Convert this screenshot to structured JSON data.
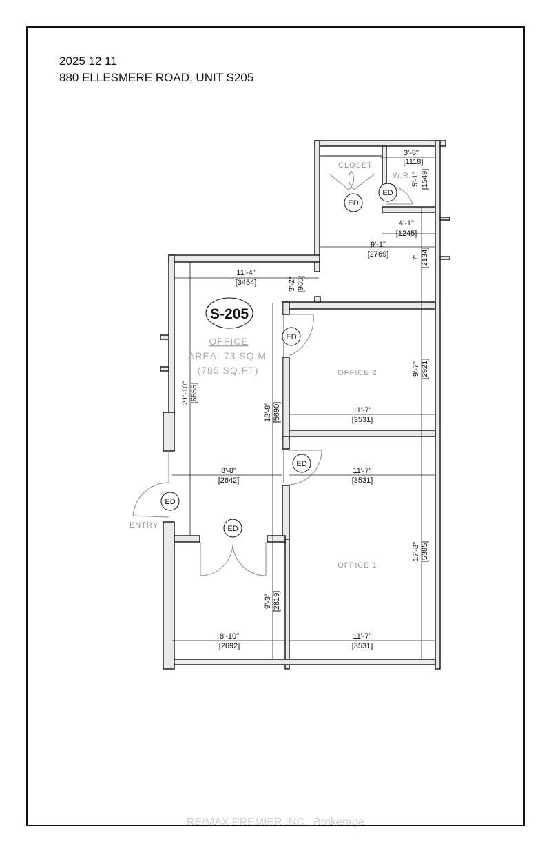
{
  "header": {
    "date": "2025 12 11",
    "address": "880 ELLESMERE ROAD, UNIT S205"
  },
  "unit_label": "S-205",
  "rooms": {
    "office": "OFFICE",
    "area_sqm": "AREA: 73 SQ.M",
    "area_sqft": "(785 SQ.FT)",
    "office_2": "OFFICE 2",
    "office_1": "OFFICE 1",
    "closet": "CLOSET",
    "washroom": "W.R.",
    "entry": "ENTRY"
  },
  "door_tag": "ED",
  "dimensions": {
    "d1": {
      "imp": "3'-8\"",
      "met": "[1118]"
    },
    "d2": {
      "imp": "5'-1\"",
      "met": "[1549]"
    },
    "d3": {
      "imp": "4'-1\"",
      "met": "[1245]"
    },
    "d4": {
      "imp": "9'-1\"",
      "met": "[2769]"
    },
    "d5": {
      "imp": "7'",
      "met": "[2134]"
    },
    "d6": {
      "imp": "11'-4\"",
      "met": "[3454]"
    },
    "d7": {
      "imp": "3'-2\"",
      "met": "[965]"
    },
    "d8": {
      "imp": "21'-10\"",
      "met": "[6655]"
    },
    "d9": {
      "imp": "9'-7\"",
      "met": "[2921]"
    },
    "d10": {
      "imp": "18'-8\"",
      "met": "[5690]"
    },
    "d11": {
      "imp": "11'-7\"",
      "met": "[3531]"
    },
    "d12": {
      "imp": "8'-8\"",
      "met": "[2642]"
    },
    "d13": {
      "imp": "11'-7\"",
      "met": "[3531]"
    },
    "d14": {
      "imp": "17'-8\"",
      "met": "[5385]"
    },
    "d15": {
      "imp": "9'-3\"",
      "met": "[2819]"
    },
    "d16": {
      "imp": "8'-10\"",
      "met": "[2692]"
    },
    "d17": {
      "imp": "11'-7\"",
      "met": "[3531]"
    }
  },
  "watermark": "RE/MAX PREMIER INC., Brokerage"
}
